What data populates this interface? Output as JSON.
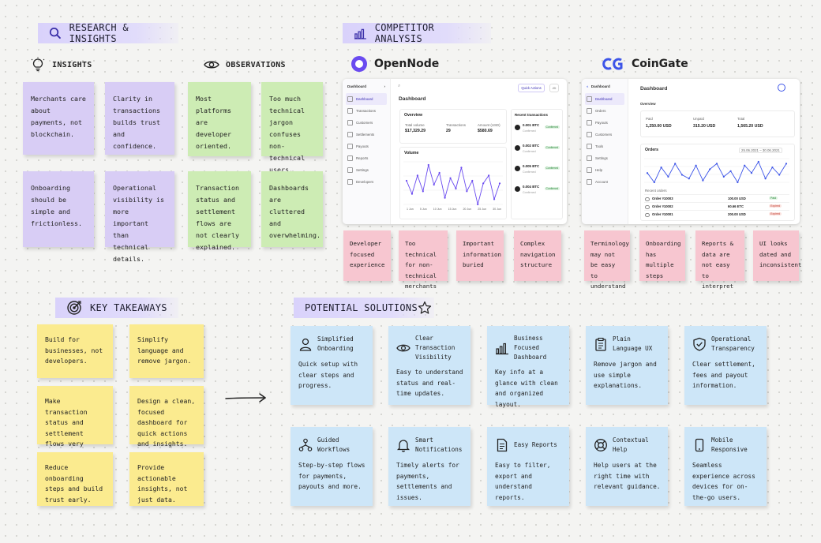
{
  "sections": {
    "research": "RESEARCH & INSIGHTS",
    "competitor": "COMPETITOR ANALYSIS",
    "takeaways": "KEY TAKEAWAYS",
    "solutions": "POTENTIAL SOLUTIONS"
  },
  "insights": {
    "title": "INSIGHTS",
    "notes": [
      "Merchants care about payments, not blockchain.",
      "Clarity in transactions builds trust and confidence.",
      "Onboarding should be simple and frictionless.",
      "Operational visibility is more important than technical details."
    ]
  },
  "observations": {
    "title": "OBSERVATIONS",
    "notes": [
      "Most platforms are developer oriented.",
      "Too much technical jargon confuses non-technical users.",
      "Transaction status and settlement flows are not clearly explained.",
      "Dashboards are cluttered and overwhelming."
    ]
  },
  "opennode": {
    "name": "OpenNode",
    "brand_color": "#6a4bf0",
    "app_name": "Dashboard",
    "quick_actions": "Quick Actions",
    "nav": [
      "Dashboard",
      "Transactions",
      "Customers",
      "Settlements",
      "Payouts",
      "Reports",
      "Settings",
      "Developers"
    ],
    "page_title": "Dashboard",
    "overview_label": "Overview",
    "stats": [
      {
        "label": "Total volume",
        "value": "$17,329.29"
      },
      {
        "label": "Transactions",
        "value": "29"
      },
      {
        "label": "Amount (USD)",
        "value": "$580.69"
      }
    ],
    "volume_label": "Volume",
    "volume_points": [
      58,
      48,
      62,
      50,
      70,
      55,
      64,
      45,
      60,
      52,
      68,
      50,
      58,
      40,
      56,
      62,
      44,
      56
    ],
    "x_ticks": [
      "1 Jun",
      "5 Jun",
      "10 Jun",
      "15 Jun",
      "20 Jun",
      "25 Jun",
      "30 Jun"
    ],
    "recent_label": "Recent transactions",
    "recent": [
      {
        "amount": "0.001 BTC",
        "status": "Confirmed"
      },
      {
        "amount": "0.002 BTC",
        "status": "Confirmed"
      },
      {
        "amount": "0.005 BTC",
        "status": "Confirmed"
      },
      {
        "amount": "0.004 BTC",
        "status": "Confirmed"
      }
    ],
    "notes": [
      "Developer focused experience",
      "Too technical for non-technical merchants",
      "Important information buried",
      "Complex navigation structure"
    ]
  },
  "coingate": {
    "name": "CoinGate",
    "brand_color": "#3d55e8",
    "app_name": "Dashboard",
    "nav": [
      "Dashboard",
      "Orders",
      "Payouts",
      "Customers",
      "Tools",
      "Settings",
      "Help",
      "Account"
    ],
    "page_title": "Dashboard",
    "overview_label": "Overview",
    "stats": [
      {
        "label": "Paid",
        "value": "1,250.00 USD"
      },
      {
        "label": "Unpaid",
        "value": "315.20 USD"
      },
      {
        "label": "Total",
        "value": "1,565.20 USD"
      }
    ],
    "orders_label": "Orders",
    "date_range": "25.06.2021 – 30.06.2021",
    "orders_points": [
      50,
      40,
      56,
      46,
      60,
      48,
      44,
      58,
      42,
      54,
      60,
      46,
      52,
      40,
      58,
      50,
      62,
      44,
      56,
      48,
      60
    ],
    "recent_label": "Recent orders",
    "recent": [
      {
        "order": "Order #10003",
        "amount": "100.00 USD",
        "status": "Paid"
      },
      {
        "order": "Order #10002",
        "amount": "60.66 ETC",
        "status": "Expired"
      },
      {
        "order": "Order #10001",
        "amount": "200.00 USD",
        "status": "Expired"
      }
    ],
    "notes": [
      "Terminology may not be easy to understand",
      "Onboarding has multiple steps",
      "Reports & data are not easy to interpret",
      "UI looks dated and inconsistent"
    ]
  },
  "takeaways": [
    "Build for businesses, not developers.",
    "Simplify language and remove jargon.",
    "Make transaction status and settlement flows very clear.",
    "Design a clean, focused dashboard for quick actions and insights.",
    "Reduce onboarding steps and build trust early.",
    "Provide actionable insights, not just data."
  ],
  "solutions": [
    {
      "icon": "user-icon",
      "title": "Simplified Onboarding",
      "body": "Quick setup with clear steps and progress."
    },
    {
      "icon": "eye-icon",
      "title": "Clear Transaction Visibility",
      "body": "Easy to understand status and real-time updates."
    },
    {
      "icon": "bar-chart-icon",
      "title": "Business Focused Dashboard",
      "body": "Key info at a glance with clean and organized layout."
    },
    {
      "icon": "clipboard-icon",
      "title": "Plain Language UX",
      "body": "Remove jargon and use simple explanations."
    },
    {
      "icon": "shield-icon",
      "title": "Operational Transparency",
      "body": "Clear settlement, fees and payout information."
    },
    {
      "icon": "workflow-icon",
      "title": "Guided Workflows",
      "body": "Step-by-step flows for payments, payouts and more."
    },
    {
      "icon": "bell-icon",
      "title": "Smart Notifications",
      "body": "Timely alerts for payments, settlements and issues."
    },
    {
      "icon": "report-icon",
      "title": "Easy Reports",
      "body": "Easy to filter, export and understand reports."
    },
    {
      "icon": "lifebuoy-icon",
      "title": "Contextual Help",
      "body": "Help users at the right time with relevant guidance."
    },
    {
      "icon": "mobile-icon",
      "title": "Mobile Responsive",
      "body": "Seamless experience across devices for on-the-go users."
    }
  ]
}
